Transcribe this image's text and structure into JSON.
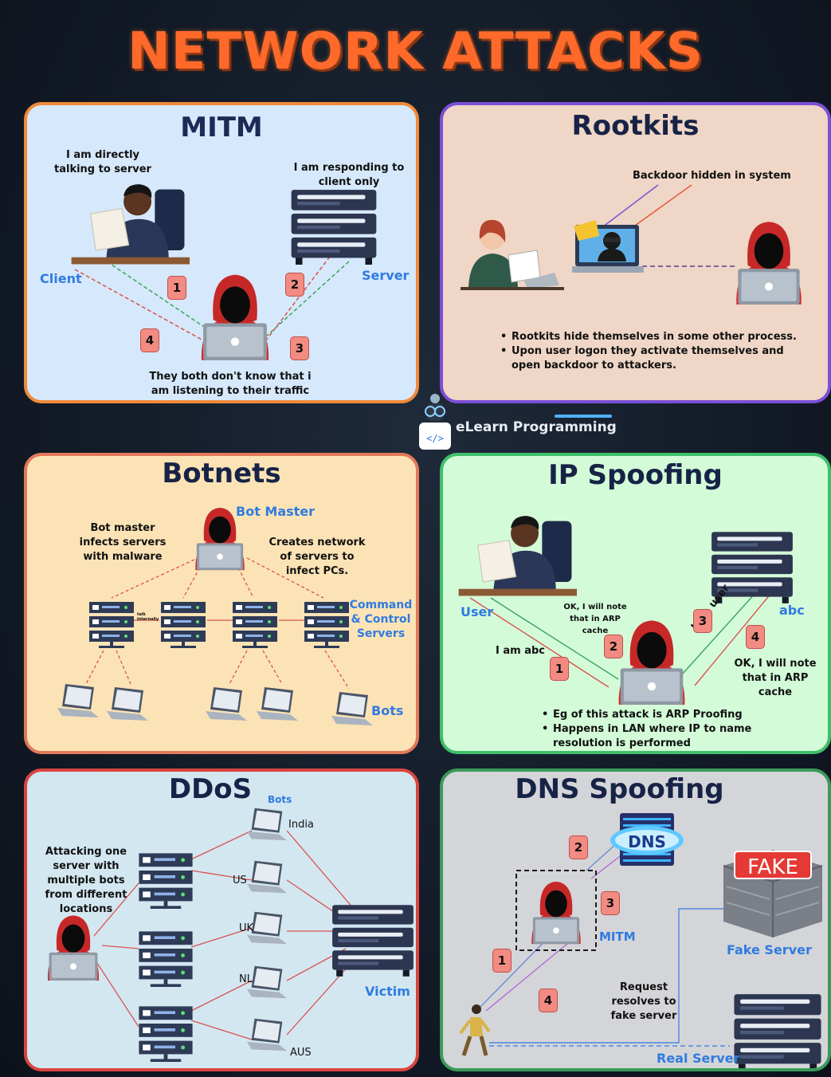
{
  "title": "NETWORK ATTACKS",
  "brand": "eLearn Programming",
  "colors": {
    "orange": "#ff6a2b",
    "navy": "#172346",
    "blue": "#2f7be0",
    "badge": "#f28b82"
  },
  "mitm": {
    "title": "MITM",
    "client_text": "I am directly talking to server",
    "server_text": "I am responding to client only",
    "client_label": "Client",
    "server_label": "Server",
    "caption": "They both don't know that i am listening to their traffic",
    "steps": [
      "1",
      "2",
      "3",
      "4"
    ]
  },
  "rootkits": {
    "title": "Rootkits",
    "backdoor_text": "Backdoor hidden in system",
    "bullets": [
      "Rootkits hide themselves in some other process.",
      "Upon user logon they activate themselves and open backdoor to attackers."
    ]
  },
  "botnets": {
    "title": "Botnets",
    "bot_master": "Bot Master",
    "left_text": "Bot master infects servers with malware",
    "right_text": "Creates network of servers to infect PCs.",
    "cc_label": "Command & Control Servers",
    "bots_label": "Bots",
    "tiny_label": "talk internally"
  },
  "ipspoof": {
    "title": "IP Spoofing",
    "user_label": "User",
    "abc_label": "abc",
    "note1": "OK, I will note that in ARP cache",
    "iam_abc": "I am abc",
    "iam_user": "I am user",
    "note2": "OK, I will note that in ARP cache",
    "steps": [
      "1",
      "2",
      "3",
      "4"
    ],
    "bullets": [
      "Eg of this attack is ARP Proofing",
      "Happens in LAN where IP to name resolution is performed"
    ]
  },
  "ddos": {
    "title": "DDoS",
    "bots_label": "Bots",
    "left_text": "Attacking one server with multiple bots from different locations",
    "locations": [
      "India",
      "US",
      "UK",
      "NL",
      "AUS"
    ],
    "victim_label": "Victim"
  },
  "dnsspoof": {
    "title": "DNS Spoofing",
    "dns_label": "DNS",
    "fake_label": "FAKE",
    "fake_server": "Fake Server",
    "mitm_label": "MITM",
    "request_text": "Request resolves to fake server",
    "real_server": "Real Server",
    "steps": [
      "1",
      "2",
      "3",
      "4"
    ]
  }
}
